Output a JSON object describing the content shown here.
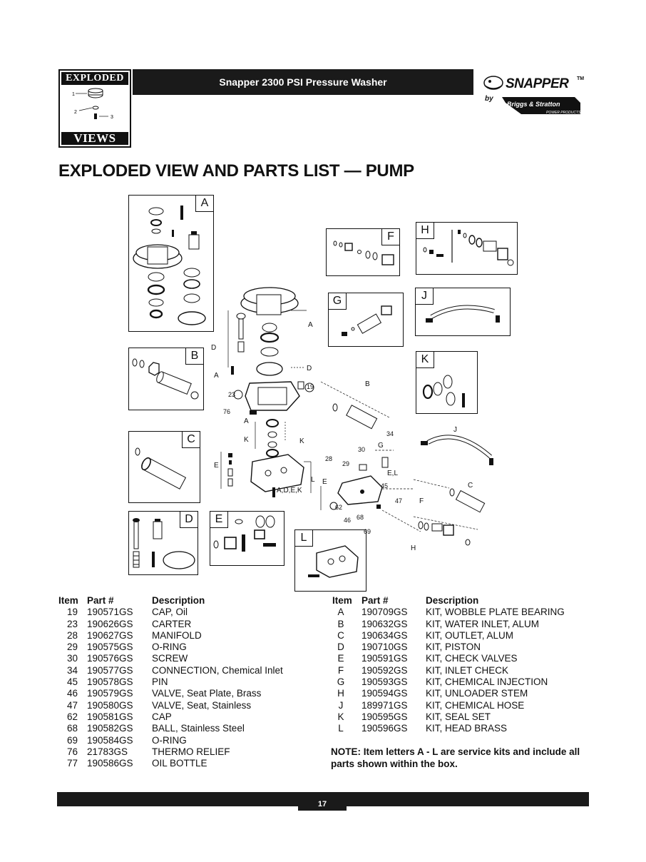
{
  "header": {
    "badge_top": "EXPLODED",
    "badge_bottom": "VIEWS",
    "title": "Snapper 2300 PSI Pressure Washer",
    "brand_name": "SNAPPER",
    "brand_tm": "TM",
    "brand_by": "by",
    "brand_parent": "Briggs & Stratton",
    "brand_sub": "POWER PRODUCTS"
  },
  "page_title": "EXPLODED VIEW AND PARTS LIST — PUMP",
  "diagram": {
    "kit_labels": [
      "A",
      "B",
      "C",
      "D",
      "E",
      "F",
      "G",
      "H",
      "J",
      "K",
      "L"
    ],
    "callouts": [
      "19",
      "23",
      "28",
      "29",
      "30",
      "34",
      "45",
      "46",
      "47",
      "62",
      "68",
      "69",
      "76"
    ],
    "letter_callouts": [
      "A",
      "D",
      "D",
      "A",
      "B",
      "A",
      "K",
      "K",
      "E",
      "L",
      "G",
      "E,L",
      "E",
      "J",
      "C",
      "F",
      "H"
    ],
    "combo_callout": "A,D,E,K",
    "badge_callouts": [
      "1",
      "2",
      "3"
    ]
  },
  "left_table": {
    "headers": [
      "Item",
      "Part #",
      "Description"
    ],
    "rows": [
      [
        "19",
        "190571GS",
        "CAP, Oil"
      ],
      [
        "23",
        "190626GS",
        "CARTER"
      ],
      [
        "28",
        "190627GS",
        "MANIFOLD"
      ],
      [
        "29",
        "190575GS",
        "O-RING"
      ],
      [
        "30",
        "190576GS",
        "SCREW"
      ],
      [
        "34",
        "190577GS",
        "CONNECTION, Chemical Inlet"
      ],
      [
        "45",
        "190578GS",
        "PIN"
      ],
      [
        "46",
        "190579GS",
        "VALVE, Seat Plate, Brass"
      ],
      [
        "47",
        "190580GS",
        "VALVE, Seat, Stainless"
      ],
      [
        "62",
        "190581GS",
        "CAP"
      ],
      [
        "68",
        "190582GS",
        "BALL, Stainless Steel"
      ],
      [
        "69",
        "190584GS",
        "O-RING"
      ],
      [
        "76",
        "21783GS",
        "THERMO RELIEF"
      ],
      [
        "77",
        "190586GS",
        "OIL BOTTLE"
      ]
    ]
  },
  "right_table": {
    "headers": [
      "Item",
      "Part #",
      "Description"
    ],
    "rows": [
      [
        "A",
        "190709GS",
        "KIT, WOBBLE PLATE BEARING"
      ],
      [
        "B",
        "190632GS",
        "KIT, WATER INLET, ALUM"
      ],
      [
        "C",
        "190634GS",
        "KIT, OUTLET, ALUM"
      ],
      [
        "D",
        "190710GS",
        "KIT, PISTON"
      ],
      [
        "E",
        "190591GS",
        "KIT, CHECK VALVES"
      ],
      [
        "F",
        "190592GS",
        "KIT, INLET CHECK"
      ],
      [
        "G",
        "190593GS",
        "KIT, CHEMICAL INJECTION"
      ],
      [
        "H",
        "190594GS",
        "KIT, UNLOADER STEM"
      ],
      [
        "J",
        "189971GS",
        "KIT, CHEMICAL HOSE"
      ],
      [
        "K",
        "190595GS",
        "KIT, SEAL SET"
      ],
      [
        "L",
        "190596GS",
        "KIT, HEAD BRASS"
      ]
    ]
  },
  "note": {
    "lead": "NOTE:",
    "text": " Item letters A - L are service kits and include all parts shown within the box."
  },
  "footer": {
    "page_number": "17"
  }
}
